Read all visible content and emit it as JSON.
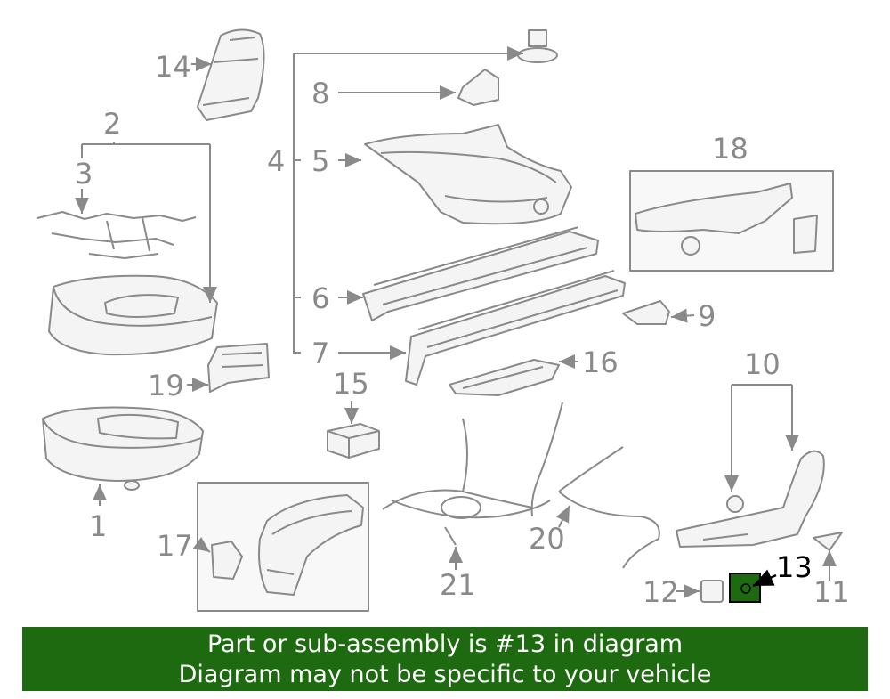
{
  "diagram": {
    "highlight_color": "#1e6a10",
    "part_color": "#8a8a8a",
    "labels": [
      "1",
      "2",
      "3",
      "4",
      "5",
      "6",
      "7",
      "8",
      "9",
      "10",
      "11",
      "12",
      "13",
      "14",
      "15",
      "16",
      "17",
      "18",
      "19",
      "20",
      "21"
    ],
    "highlighted_part": "13"
  },
  "banner": {
    "line1": "Part or sub-assembly is #13 in diagram",
    "line2": "Diagram may not be specific to your vehicle"
  }
}
